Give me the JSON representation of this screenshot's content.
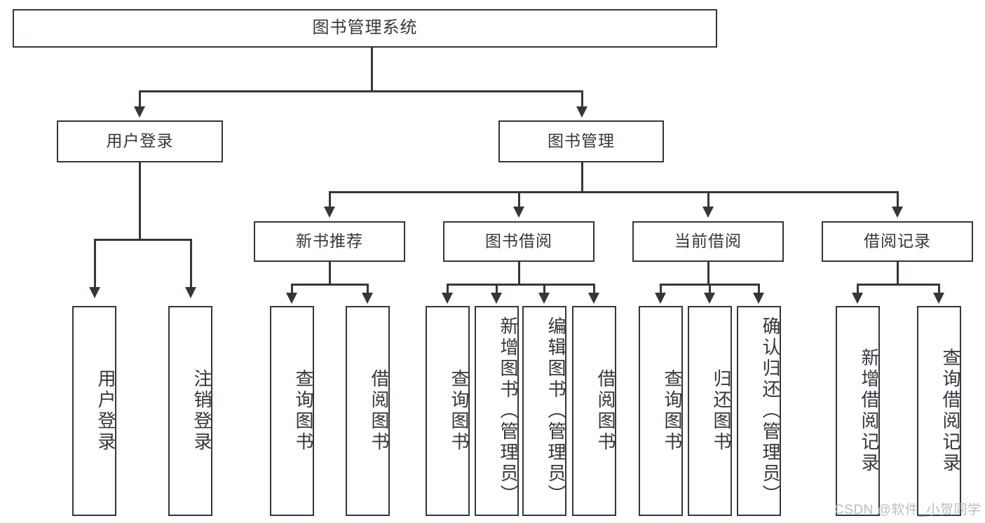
{
  "diagram": {
    "title": "图书管理系统",
    "type": "tree",
    "watermark": "CSDN @软件_小贺同学",
    "colors": {
      "stroke": "#33373b",
      "fill": "#ffffff",
      "text": "#33373b",
      "watermark": "#b9bcc0",
      "background": "#ffffff"
    },
    "levels": {
      "root": {
        "label": "图书管理系统"
      },
      "level2": [
        {
          "label": "用户登录"
        },
        {
          "label": "图书管理"
        }
      ],
      "level3": [
        {
          "label": "新书推荐"
        },
        {
          "label": "图书借阅"
        },
        {
          "label": "当前借阅"
        },
        {
          "label": "借阅记录"
        }
      ],
      "level4": [
        {
          "label": "用户登录",
          "parent": "用户登录"
        },
        {
          "label": "注销登录",
          "parent": "用户登录"
        },
        {
          "label": "查询图书",
          "parent": "新书推荐"
        },
        {
          "label": "借阅图书",
          "parent": "新书推荐"
        },
        {
          "label": "查询图书",
          "parent": "图书借阅"
        },
        {
          "label": "新增图书（管理员）",
          "parent": "图书借阅"
        },
        {
          "label": "编辑图书（管理员）",
          "parent": "图书借阅"
        },
        {
          "label": "借阅图书",
          "parent": "图书借阅"
        },
        {
          "label": "查询图书",
          "parent": "当前借阅"
        },
        {
          "label": "归还图书",
          "parent": "当前借阅"
        },
        {
          "label": "确认归还（管理员）",
          "parent": "当前借阅"
        },
        {
          "label": "新增借阅记录",
          "parent": "借阅记录"
        },
        {
          "label": "查询借阅记录",
          "parent": "借阅记录"
        }
      ]
    },
    "edges": [
      {
        "from": "图书管理系统",
        "to": "用户登录"
      },
      {
        "from": "图书管理系统",
        "to": "图书管理"
      },
      {
        "from": "图书管理",
        "to": "新书推荐"
      },
      {
        "from": "图书管理",
        "to": "图书借阅"
      },
      {
        "from": "图书管理",
        "to": "当前借阅"
      },
      {
        "from": "图书管理",
        "to": "借阅记录"
      },
      {
        "from": "用户登录",
        "to": "用户登录"
      },
      {
        "from": "用户登录",
        "to": "注销登录"
      },
      {
        "from": "新书推荐",
        "to": "查询图书"
      },
      {
        "from": "新书推荐",
        "to": "借阅图书"
      },
      {
        "from": "图书借阅",
        "to": "查询图书"
      },
      {
        "from": "图书借阅",
        "to": "新增图书（管理员）"
      },
      {
        "from": "图书借阅",
        "to": "编辑图书（管理员）"
      },
      {
        "from": "图书借阅",
        "to": "借阅图书"
      },
      {
        "from": "当前借阅",
        "to": "查询图书"
      },
      {
        "from": "当前借阅",
        "to": "归还图书"
      },
      {
        "from": "当前借阅",
        "to": "确认归还（管理员）"
      },
      {
        "from": "借阅记录",
        "to": "新增借阅记录"
      },
      {
        "from": "借阅记录",
        "to": "查询借阅记录"
      }
    ]
  }
}
